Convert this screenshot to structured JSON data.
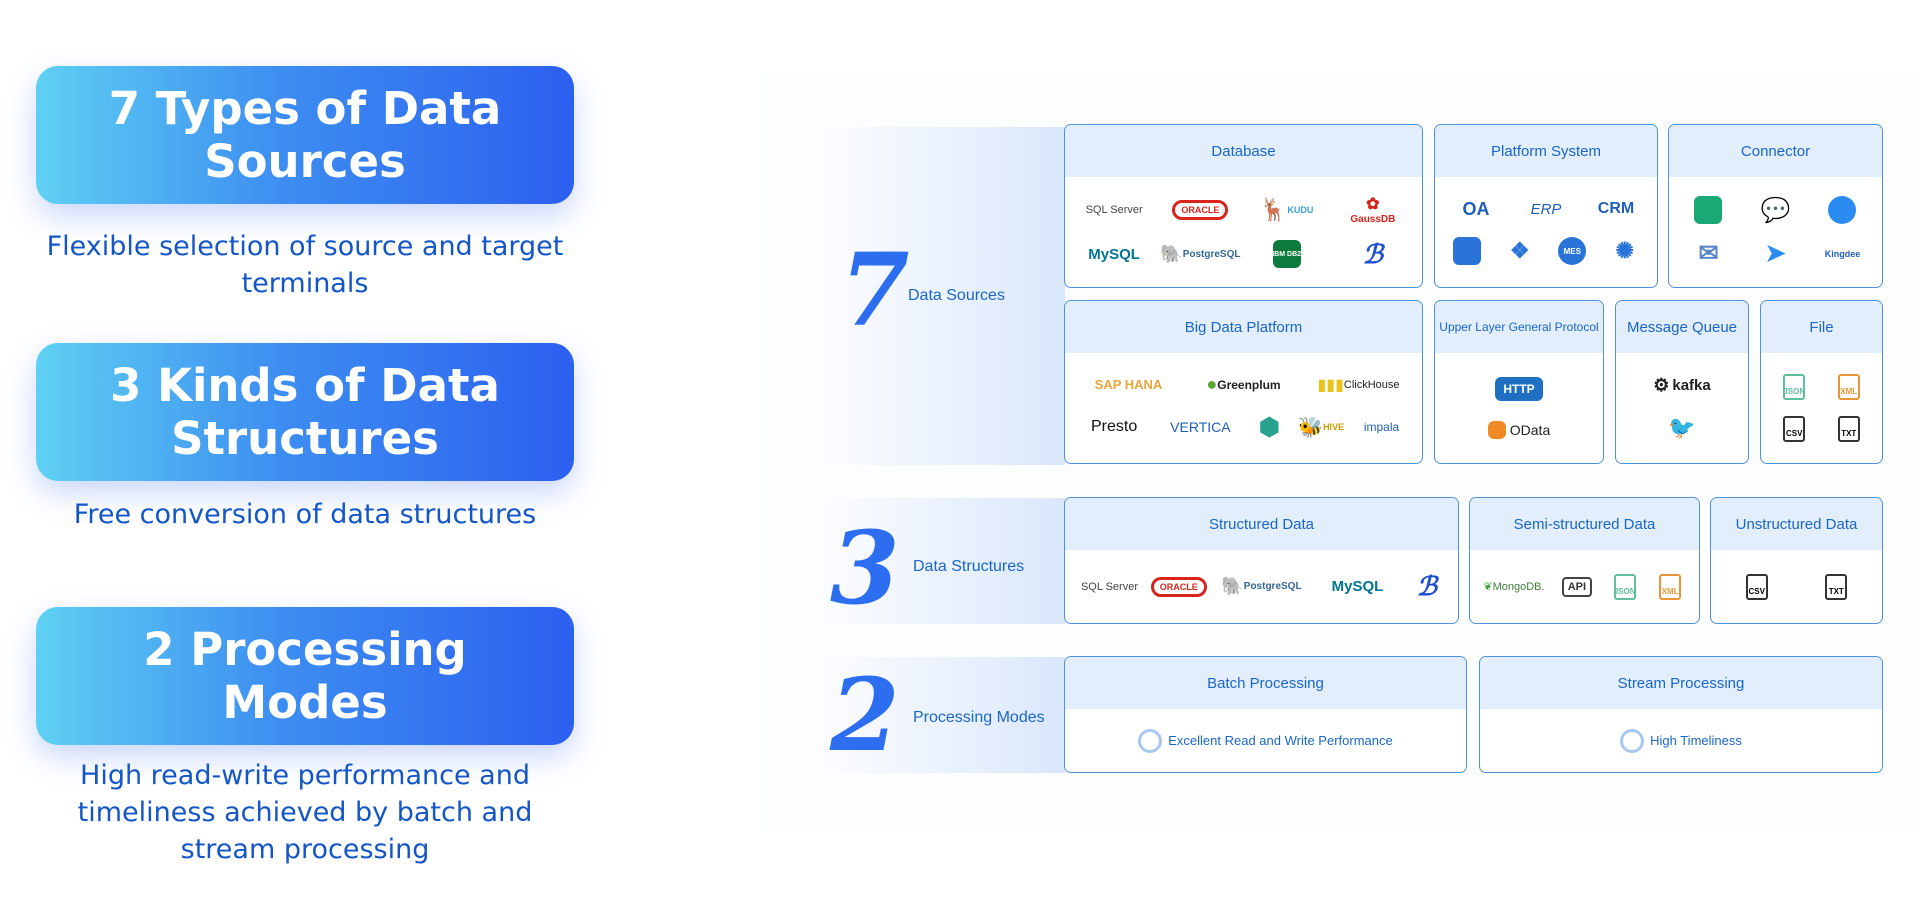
{
  "left": {
    "cards": [
      {
        "title": "7 Types of Data Sources",
        "desc": "Flexible selection of source and target terminals"
      },
      {
        "title": "3 Kinds of Data Structures",
        "desc": "Free conversion of data structures"
      },
      {
        "title": "2 Processing Modes",
        "desc": "High read-write performance and timeliness achieved by batch and stream processing"
      }
    ]
  },
  "rows": {
    "sources": {
      "num": "7",
      "label": "Data Sources"
    },
    "structures": {
      "num": "3",
      "label": "Data Structures"
    },
    "modes": {
      "num": "2",
      "label": "Processing Modes"
    }
  },
  "boxes": {
    "database": {
      "title": "Database",
      "logos": [
        "SQL Server",
        "ORACLE",
        "KUDU",
        "GaussDB",
        "MySQL",
        "PostgreSQL",
        "IBM DB2",
        ""
      ]
    },
    "platform": {
      "title": "Platform System",
      "logos": [
        "OA",
        "ERP",
        "CRM",
        "",
        "",
        "MES",
        ""
      ]
    },
    "connector": {
      "title": "Connector",
      "logos": [
        "",
        "",
        "",
        "",
        "",
        "Kingdee"
      ]
    },
    "bigdata": {
      "title": "Big Data Platform",
      "logos": [
        "SAP HANA",
        "Greenplum",
        "ClickHouse",
        "Presto",
        "VERTICA",
        "",
        "HIVE",
        "impala"
      ]
    },
    "protocol": {
      "title": "Upper Layer General Protocol",
      "logos": [
        "HTTP",
        "OData"
      ]
    },
    "mq": {
      "title": "Message Queue",
      "logos": [
        "kafka",
        ""
      ]
    },
    "file": {
      "title": "File",
      "logos": [
        "JSON",
        "XML",
        "CSV",
        "TXT"
      ]
    },
    "structured": {
      "title": "Structured Data",
      "logos": [
        "SQL Server",
        "ORACLE",
        "PostgreSQL",
        "MySQL",
        ""
      ]
    },
    "semi": {
      "title": "Semi-structured Data",
      "logos": [
        "MongoDB.",
        "API",
        "JSON",
        "XML"
      ]
    },
    "unstructured": {
      "title": "Unstructured Data",
      "logos": [
        "CSV",
        "TXT"
      ]
    },
    "batch": {
      "title": "Batch Processing",
      "feature": "Excellent Read and Write Performance"
    },
    "stream": {
      "title": "Stream Processing",
      "feature": "High Timeliness"
    }
  },
  "colors": {
    "accent": "#2d6ef0",
    "text": "#1a66c9",
    "border": "#4f91df",
    "header": "#e2eefc"
  }
}
